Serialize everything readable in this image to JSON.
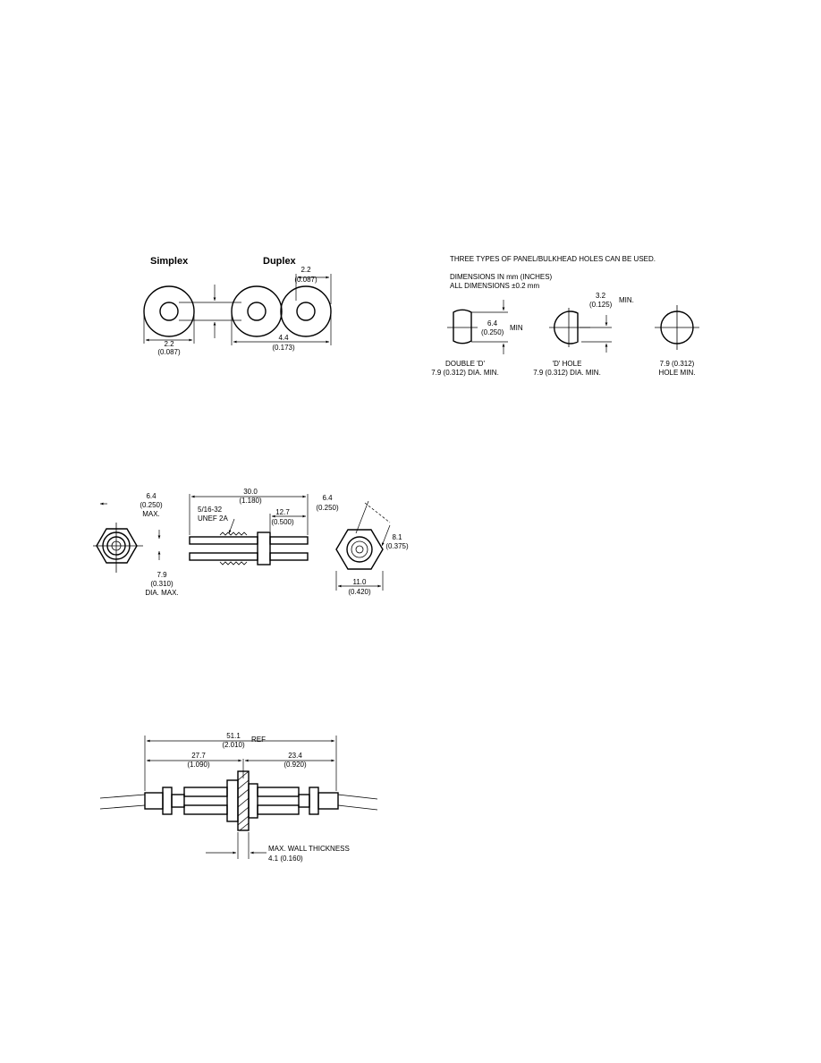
{
  "panel_cutouts": {
    "simplex_heading": "Simplex",
    "duplex_heading": "Duplex",
    "simplex_dim_mm": "2.2",
    "simplex_dim_in": "(0.087)",
    "duplex_top_mm": "2.2",
    "duplex_top_in": "(0.087)",
    "duplex_width_mm": "4.4",
    "duplex_width_in": "(0.173)"
  },
  "bulkhead_holes": {
    "title": "THREE TYPES OF PANEL/BULKHEAD HOLES CAN BE USED.",
    "units_note": "DIMENSIONS IN mm (INCHES)",
    "tolerance_note": "ALL DIMENSIONS ±0.2 mm",
    "double_d_flat_mm": "6.4",
    "double_d_flat_in": "(0.250)",
    "double_d_min": "MIN",
    "double_d_name": "DOUBLE 'D'",
    "double_d_dia": "7.9 (0.312) DIA. MIN.",
    "d_hole_flat_mm": "3.2",
    "d_hole_flat_in": "(0.125)",
    "d_hole_min": "MIN.",
    "d_hole_name": "'D' HOLE",
    "d_hole_dia": "7.9 (0.312) DIA. MIN.",
    "round_hole_dia": "7.9 (0.312)",
    "round_hole_min": "HOLE MIN."
  },
  "adapter_views": {
    "end_max_mm": "6.4",
    "end_max_in": "(0.250)",
    "end_max_label": "MAX.",
    "end_dia_mm": "7.9",
    "end_dia_in": "(0.310)",
    "end_dia_label": "DIA. MAX.",
    "side_length_mm": "30.0",
    "side_length_in": "(1.180)",
    "thread_spec": "5/16-32",
    "thread_class": "UNEF 2A",
    "side_offset_mm": "12.7",
    "side_offset_in": "(0.500)",
    "hex_flat_mm": "6.4",
    "hex_flat_in": "(0.250)",
    "hex_corner_mm": "8.1",
    "hex_corner_in": "(0.375)",
    "hex_width_mm": "11.0",
    "hex_width_in": "(0.420)"
  },
  "assembly": {
    "total_mm": "51.1",
    "total_in": "(2.010)",
    "total_ref": "REF",
    "left_mm": "27.7",
    "left_in": "(1.090)",
    "right_mm": "23.4",
    "right_in": "(0.920)",
    "wall_label": "MAX. WALL THICKNESS",
    "wall_dim": "4.1 (0.160)"
  }
}
